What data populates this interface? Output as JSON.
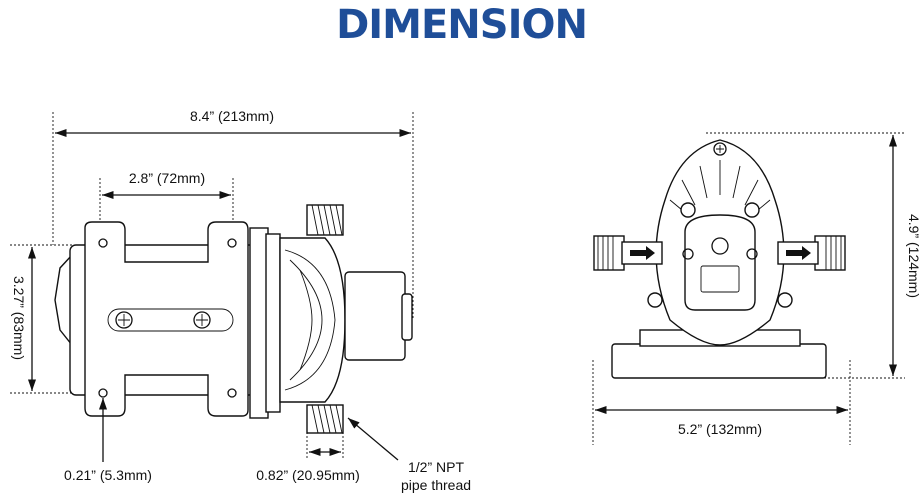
{
  "title": "DIMENSION",
  "side_view": {
    "overall_length": "8.4” (213mm)",
    "mount_spacing": "2.8” (72mm)",
    "mount_height": "3.27” (83mm)",
    "hole_size": "0.21” (5.3mm)",
    "port_width": "0.82” (20.95mm)",
    "thread_line1": "1/2” NPT",
    "thread_line2": "pipe thread"
  },
  "front_view": {
    "height": "4.9” (124mm)",
    "width": "5.2” (132mm)"
  }
}
